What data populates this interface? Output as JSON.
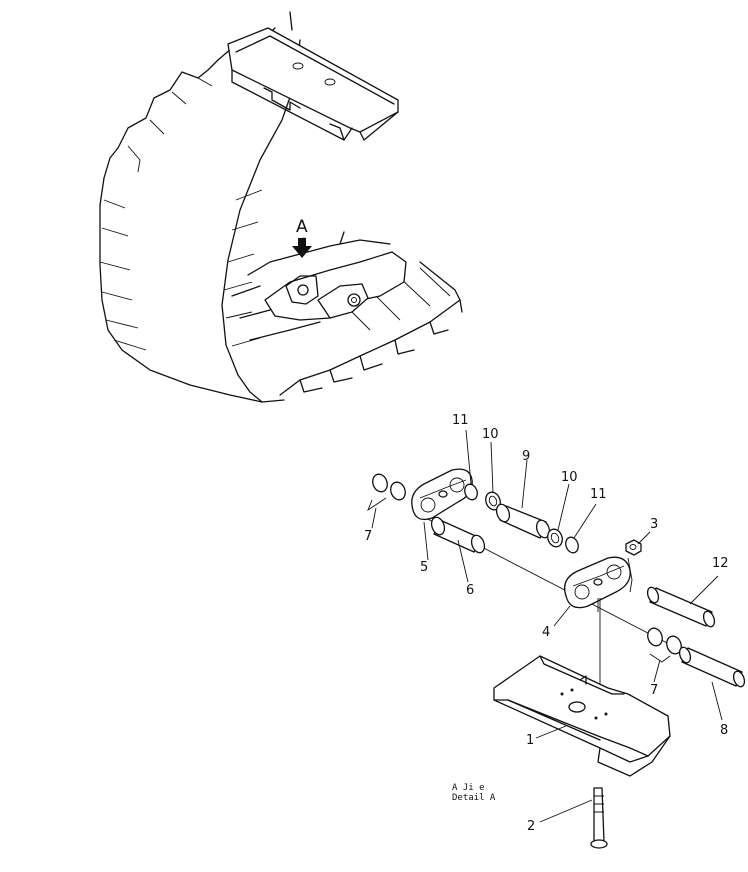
{
  "diagram": {
    "view_marker": "A",
    "detail_caption_line1": "A  Ji  e",
    "detail_caption_line2": "Detail A",
    "callouts": [
      {
        "id": "c1",
        "text": "1"
      },
      {
        "id": "c2",
        "text": "2"
      },
      {
        "id": "c3",
        "text": "3"
      },
      {
        "id": "c4",
        "text": "4"
      },
      {
        "id": "c5",
        "text": "5"
      },
      {
        "id": "c6",
        "text": "6"
      },
      {
        "id": "c7a",
        "text": "7"
      },
      {
        "id": "c7b",
        "text": "7"
      },
      {
        "id": "c8",
        "text": "8"
      },
      {
        "id": "c9",
        "text": "9"
      },
      {
        "id": "c10a",
        "text": "10"
      },
      {
        "id": "c10b",
        "text": "10"
      },
      {
        "id": "c11a",
        "text": "11"
      },
      {
        "id": "c11b",
        "text": "11"
      },
      {
        "id": "c12",
        "text": "12"
      }
    ]
  }
}
